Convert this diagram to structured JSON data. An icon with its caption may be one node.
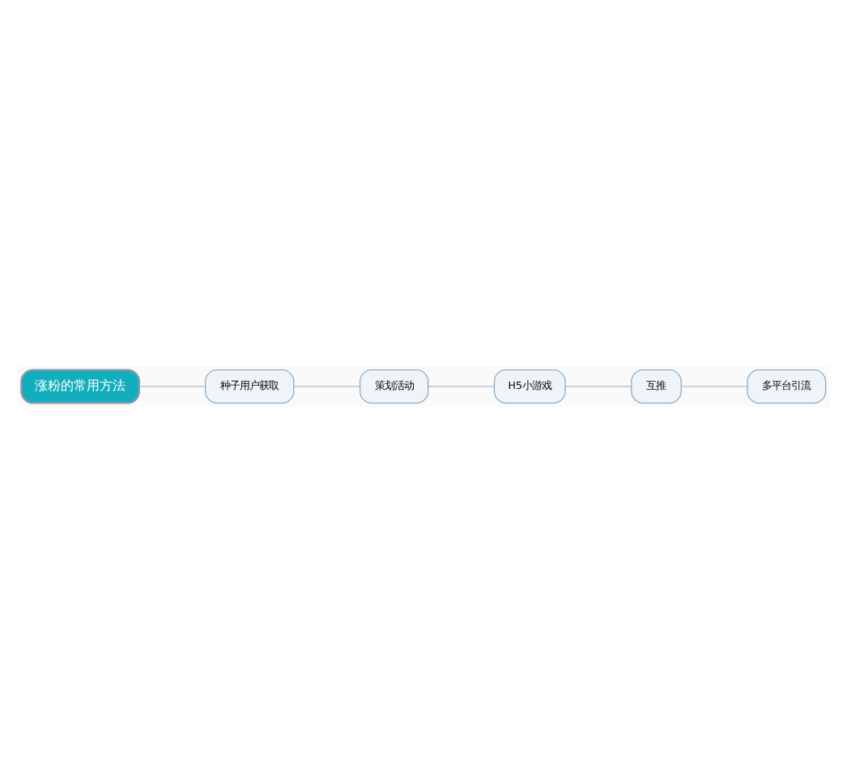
{
  "diagram": {
    "nodes": [
      {
        "text": [
          "涨粉的常用方法"
        ]
      },
      {
        "text": [
          "种子用户获取"
        ]
      },
      {
        "text": [
          "策划活动"
        ]
      },
      {
        "text": [
          "H5小游戏"
        ]
      },
      {
        "text": [
          "互推"
        ]
      },
      {
        "text": [
          "多平台引流"
        ]
      }
    ],
    "edges": [
      {
        "from": 0,
        "to": 1,
        "arrow": "none"
      },
      {
        "from": 1,
        "to": 2,
        "arrow": "none"
      },
      {
        "from": 2,
        "to": 3,
        "arrow": "none"
      },
      {
        "from": 3,
        "to": 4,
        "arrow": "none"
      },
      {
        "from": 4,
        "to": 5,
        "arrow": "none"
      }
    ]
  }
}
